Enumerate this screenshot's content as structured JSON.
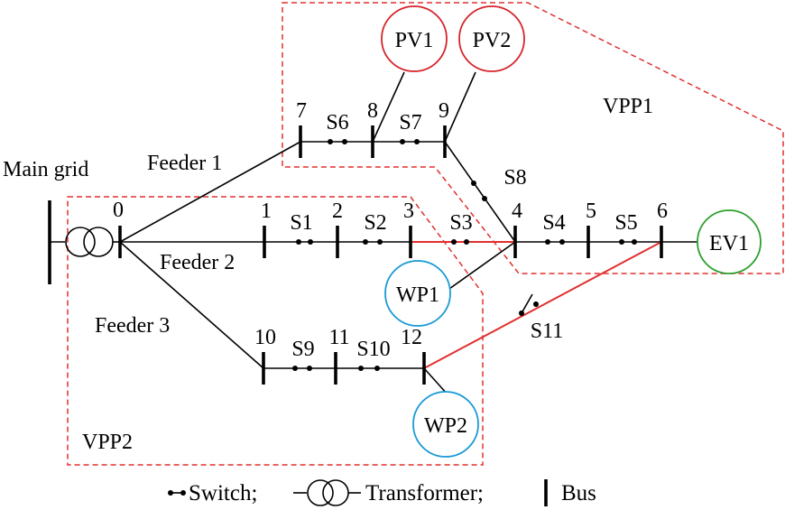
{
  "colors": {
    "line": "#000000",
    "tie_line": "#e0302f",
    "vpp_boundary": "#e0302f",
    "pv": "#d6252c",
    "wp": "#1a9ad6",
    "ev": "#2ca02c"
  },
  "grid": {
    "label": "Main grid"
  },
  "feeders": [
    "Feeder 1",
    "Feeder 2",
    "Feeder 3"
  ],
  "buses": [
    "0",
    "1",
    "2",
    "3",
    "4",
    "5",
    "6",
    "7",
    "8",
    "9",
    "10",
    "11",
    "12"
  ],
  "switches": [
    "S1",
    "S2",
    "S3",
    "S4",
    "S5",
    "S6",
    "S7",
    "S8",
    "S9",
    "S10",
    "S11"
  ],
  "units": {
    "pv1": "PV1",
    "pv2": "PV2",
    "wp1": "WP1",
    "wp2": "WP2",
    "ev1": "EV1"
  },
  "vpps": [
    "VPP1",
    "VPP2"
  ],
  "legend": {
    "switch": "Switch;",
    "transformer": "Transformer;",
    "bus": "Bus"
  }
}
